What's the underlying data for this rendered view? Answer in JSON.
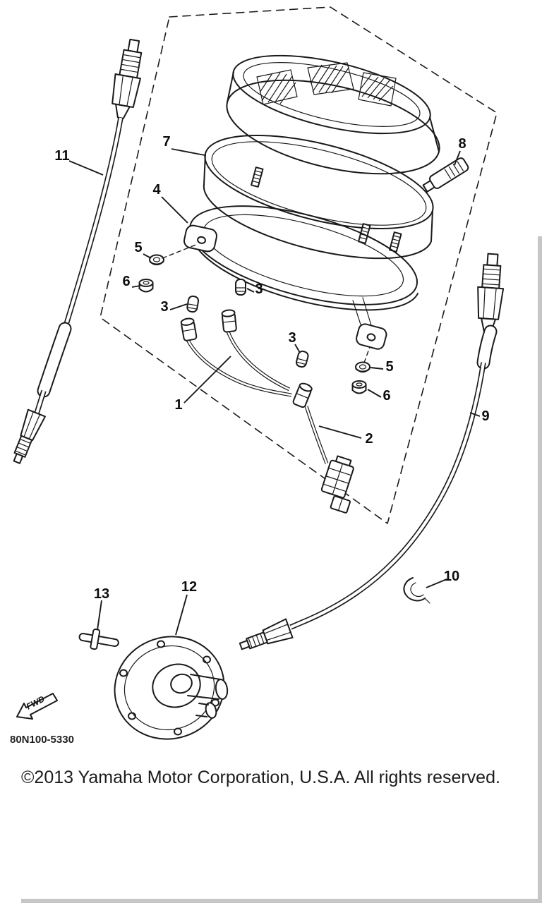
{
  "colors": {
    "background": "#ffffff",
    "line": "#1a1a1a",
    "page_edge": "#c6c6c6"
  },
  "footer": {
    "part_code": "80N100-5330",
    "copyright": "©2013 Yamaha Motor Corporation, U.S.A. All rights reserved."
  },
  "diagram": {
    "fwd_label": "FWD",
    "callouts": [
      {
        "label": "11"
      },
      {
        "label": "7"
      },
      {
        "label": "4"
      },
      {
        "label": "8"
      },
      {
        "label": "5"
      },
      {
        "label": "6"
      },
      {
        "label": "3"
      },
      {
        "label": "3"
      },
      {
        "label": "3"
      },
      {
        "label": "5"
      },
      {
        "label": "6"
      },
      {
        "label": "1"
      },
      {
        "label": "2"
      },
      {
        "label": "9"
      },
      {
        "label": "10"
      },
      {
        "label": "12"
      },
      {
        "label": "13"
      }
    ]
  }
}
